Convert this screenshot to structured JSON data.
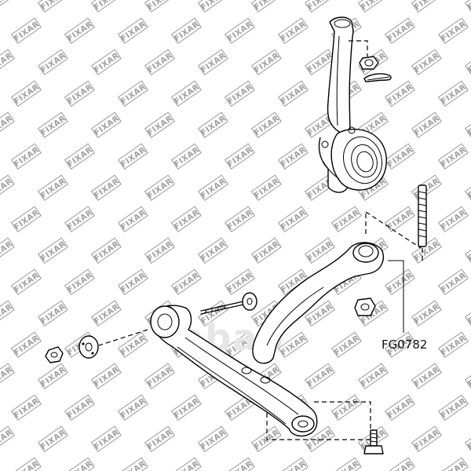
{
  "watermark": {
    "brand": "FIXAR",
    "color": "#a0a0a0"
  },
  "center_logo": {
    "text": "ebao",
    "color": "#e6e6e6"
  },
  "diagram": {
    "part_number_label": "FG0782",
    "line_color": "#000000",
    "background": "#ffffff"
  }
}
